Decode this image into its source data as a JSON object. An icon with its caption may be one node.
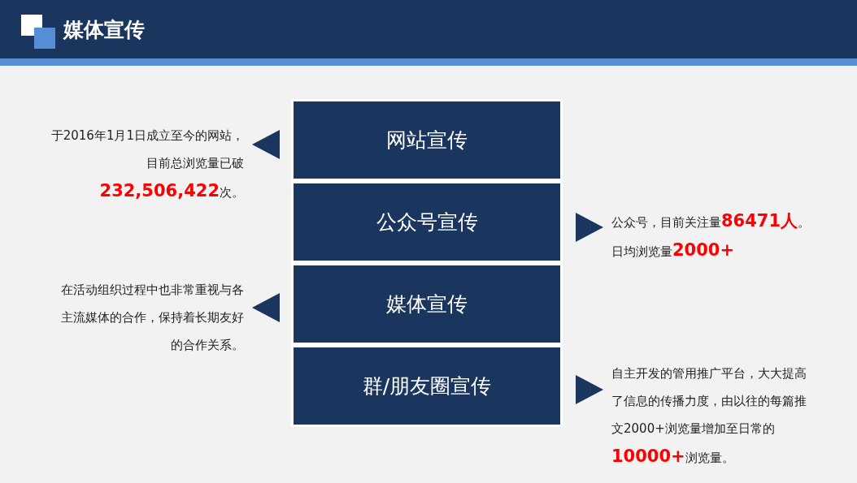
{
  "diagram": {
    "title": "媒体宣传",
    "nodes": [
      {
        "text": [
          "网站宣传"
        ],
        "beside": [
          "于2016年1月1日成立至今的网站，目前总浏览量已破**232,506,422**次。"
        ]
      },
      {
        "text": [
          "公众号宣传"
        ],
        "beside": [
          "公众号，目前关注量**86471人**。日均浏览量**2000+**"
        ]
      },
      {
        "text": [
          "媒体宣传"
        ],
        "beside": [
          "在活动组织过程中也非常重视与各主流媒体的合作，保持着长期友好的合作关系。"
        ]
      },
      {
        "text": [
          "群/朋友圈宣传"
        ],
        "beside": [
          "自主开发的管用推广平台，大大提高了信息的传播力度，由以往的每篇推文2000+浏览量增加至日常的**10000+**浏览量。"
        ]
      }
    ]
  }
}
